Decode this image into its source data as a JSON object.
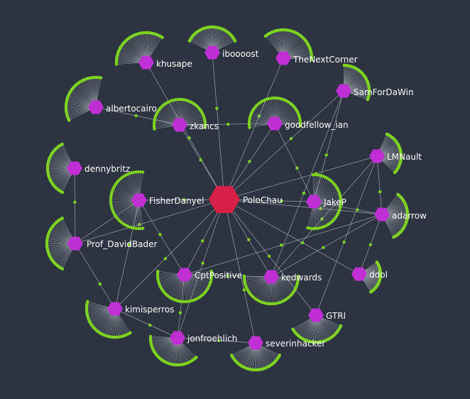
{
  "graph": {
    "center": {
      "id": "PoloChau",
      "label": "PoloChau",
      "color": "#d81f48"
    },
    "colors": {
      "background": "#2b3440",
      "node": "#bf2fd3",
      "leaf": "#7ed321",
      "edge": "#b8bcc2"
    },
    "nodes": [
      {
        "id": "khusape",
        "label": "khusape",
        "fan": true
      },
      {
        "id": "iboost",
        "label": "iboooost",
        "fan": true
      },
      {
        "id": "TheNextCorner",
        "label": "TheNextCorner",
        "fan": true
      },
      {
        "id": "SamForDaWin",
        "label": "SamForDaWin",
        "fan": true
      },
      {
        "id": "albertocairo",
        "label": "albertocairo",
        "fan": true
      },
      {
        "id": "zkancs",
        "label": "zkancs",
        "fan": true
      },
      {
        "id": "goodfellow_ian",
        "label": "goodfellow_ian",
        "fan": true
      },
      {
        "id": "LMNault",
        "label": "LMNault",
        "fan": true
      },
      {
        "id": "dennybritz",
        "label": "dennybritz",
        "fan": true
      },
      {
        "id": "FisherDanyel",
        "label": "FisherDanyel",
        "fan": true
      },
      {
        "id": "JakeP",
        "label": "JakeP",
        "fan": true
      },
      {
        "id": "adarrow",
        "label": "adarrow",
        "fan": true
      },
      {
        "id": "Prof_DavidBader",
        "label": "Prof_DavidBader",
        "fan": true
      },
      {
        "id": "ddol",
        "label": "ddol",
        "fan": true
      },
      {
        "id": "CptPositive",
        "label": "CptPositive",
        "fan": true
      },
      {
        "id": "kedwards",
        "label": "kedwards",
        "fan": true
      },
      {
        "id": "kimisperros",
        "label": "kimisperros",
        "fan": true
      },
      {
        "id": "GTRI",
        "label": "GTRI",
        "fan": true
      },
      {
        "id": "jonfroehlich",
        "label": "jonfroehlich",
        "fan": true
      },
      {
        "id": "severinhacker",
        "label": "severinhacker",
        "fan": true
      }
    ],
    "edges": [
      [
        "PoloChau",
        "khusape"
      ],
      [
        "PoloChau",
        "iboost"
      ],
      [
        "PoloChau",
        "TheNextCorner"
      ],
      [
        "PoloChau",
        "SamForDaWin"
      ],
      [
        "PoloChau",
        "zkancs"
      ],
      [
        "PoloChau",
        "goodfellow_ian"
      ],
      [
        "PoloChau",
        "FisherDanyel"
      ],
      [
        "PoloChau",
        "JakeP"
      ],
      [
        "PoloChau",
        "adarrow"
      ],
      [
        "PoloChau",
        "ddol"
      ],
      [
        "PoloChau",
        "CptPositive"
      ],
      [
        "PoloChau",
        "kedwards"
      ],
      [
        "PoloChau",
        "GTRI"
      ],
      [
        "PoloChau",
        "jonfroehlich"
      ],
      [
        "PoloChau",
        "severinhacker"
      ],
      [
        "PoloChau",
        "LMNault"
      ],
      [
        "PoloChau",
        "Prof_DavidBader"
      ],
      [
        "PoloChau",
        "kimisperros"
      ],
      [
        "zkancs",
        "goodfellow_ian"
      ],
      [
        "albertocairo",
        "zkancs"
      ],
      [
        "dennybritz",
        "Prof_DavidBader"
      ],
      [
        "Prof_DavidBader",
        "kimisperros"
      ],
      [
        "kimisperros",
        "FisherDanyel"
      ],
      [
        "kimisperros",
        "jonfroehlich"
      ],
      [
        "jonfroehlich",
        "severinhacker"
      ],
      [
        "CptPositive",
        "kedwards"
      ],
      [
        "kedwards",
        "adarrow"
      ],
      [
        "JakeP",
        "adarrow"
      ],
      [
        "LMNault",
        "adarrow"
      ],
      [
        "SamForDaWin",
        "JakeP"
      ],
      [
        "SamForDaWin",
        "kedwards"
      ],
      [
        "LMNault",
        "kedwards"
      ],
      [
        "CptPositive",
        "adarrow"
      ],
      [
        "FisherDanyel",
        "CptPositive"
      ],
      [
        "Prof_DavidBader",
        "FisherDanyel"
      ],
      [
        "CptPositive",
        "jonfroehlich"
      ],
      [
        "goodfellow_ian",
        "JakeP"
      ],
      [
        "LMNault",
        "GTRI"
      ],
      [
        "adarrow",
        "ddol"
      ]
    ]
  }
}
